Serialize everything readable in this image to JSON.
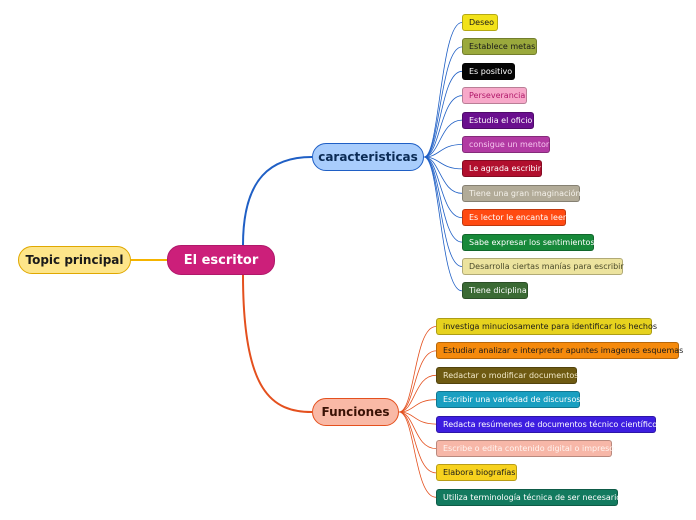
{
  "topic": {
    "label": "Topic principal"
  },
  "central": {
    "label": "El escritor"
  },
  "branches": [
    {
      "label": "caracteristicas",
      "color": "#1f5fc5",
      "items": [
        {
          "label": "Deseo",
          "bg": "#f2e21a",
          "fg": "#1a1a1a"
        },
        {
          "label": "Establece metas",
          "bg": "#9aa93c",
          "fg": "#1a1a1a"
        },
        {
          "label": "Es positivo",
          "bg": "#050505",
          "fg": "#ffffff"
        },
        {
          "label": "Perseverancia",
          "bg": "#f7a8c9",
          "fg": "#b0186a"
        },
        {
          "label": "Estudia el oficio",
          "bg": "#6a0f8e",
          "fg": "#ffffff"
        },
        {
          "label": "consigue un mentor",
          "bg": "#b23aa3",
          "fg": "#f7c6ef"
        },
        {
          "label": "Le agrada escribir",
          "bg": "#b10f2e",
          "fg": "#ffffff"
        },
        {
          "label": "Tiene una gran imaginación",
          "bg": "#b2ab98",
          "fg": "#f4f1ea"
        },
        {
          "label": "Es lector le encanta leer",
          "bg": "#ff4a12",
          "fg": "#ffffff"
        },
        {
          "label": "Sabe expresar los sentimientos",
          "bg": "#17893a",
          "fg": "#ffffff"
        },
        {
          "label": "Desarrolla ciertas manías para escribir",
          "bg": "#ece39e",
          "fg": "#4a4a2a"
        },
        {
          "label": "Tiene diciplina",
          "bg": "#3b6a34",
          "fg": "#ffffff"
        }
      ]
    },
    {
      "label": "Funciones",
      "color": "#e4501e",
      "items": [
        {
          "label": "investiga minuciosamente para identificar los hechos",
          "bg": "#e6d21e",
          "fg": "#1a1a1a"
        },
        {
          "label": "Estudiar analizar e interpretar apuntes imagenes esquemas",
          "bg": "#f58a0c",
          "fg": "#1a1a1a"
        },
        {
          "label": "Redactar o modificar documentos",
          "bg": "#6e5a12",
          "fg": "#f2e9c8"
        },
        {
          "label": "Escribir una variedad de discursos",
          "bg": "#199fc1",
          "fg": "#ffffff"
        },
        {
          "label": "Redacta resúmenes de documentos técnico científicos",
          "bg": "#3d1ee0",
          "fg": "#ffffff"
        },
        {
          "label": "Escribe o edita contenido digital o impreso",
          "bg": "#f7b7a8",
          "fg": "#fff4f0"
        },
        {
          "label": "Elabora biografías",
          "bg": "#f7d21e",
          "fg": "#1a1a1a"
        },
        {
          "label": "Utiliza terminología técnica de ser necesario",
          "bg": "#137a5f",
          "fg": "#ffffff"
        }
      ]
    }
  ],
  "colors": {
    "topic_link": "#f5b400",
    "branch1": "#1f5fc5",
    "branch2": "#e4501e"
  }
}
